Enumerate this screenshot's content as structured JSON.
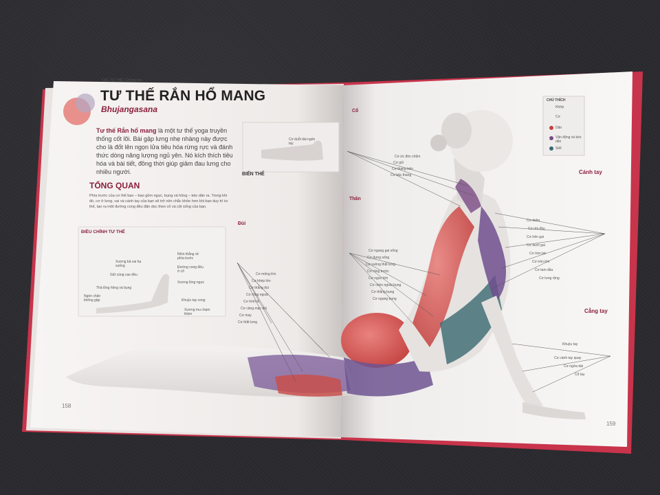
{
  "left_page": {
    "header": "CÁC TƯ THẾ / Chống xen",
    "title": "TƯ THẾ RẮN HỔ MANG",
    "subtitle": "Bhujangasana",
    "intro_bold": "Tư thế Rắn hổ mang",
    "intro_rest": "là một tư thế yoga truyền thống cốt lõi. Bài gập lưng nhẹ nhàng này được cho là đốt lên ngọn lửa tiêu hóa rừng rực và đánh thức dòng năng lượng ngủ yên. Nó kích thích tiêu hóa và bài tiết, đồng thời giúp giảm đau lưng cho nhiều người.",
    "overview_heading": "TỔNG QUAN",
    "overview_text": "Phía trước của cơ thể bạn – bao gồm ngực, bụng và hông – kéo dãn ra. Trong khi đó, cơ ở lưng, vai và cánh tay của bạn sẽ trở nên chắc khỏe hơn khi bạn duy trì tư thế, tạo ra một đường cong đều đặn dọc theo cổ và cột sống của bạn.",
    "variant_heading": "BIẾN THỂ",
    "variant_label": "Cơ duỗi dài ngón tay",
    "adjust_heading": "ĐIỀU CHỈNH TƯ THẾ",
    "adjust_labels": [
      "Nhìn thẳng về phía trước",
      "Xương bả vai hạ xuống",
      "Đường cong đều ở cổ",
      "Giữ cùng cao đều",
      "Xương lồng ngực",
      "Thả lỏng hông và bụng",
      "Khuỷu tay cong",
      "Ngón chân không gập",
      "Xương mu chạm thảm"
    ],
    "page_number": "158"
  },
  "right_page": {
    "legend_title": "CHÚ THÍCH",
    "legend_items": [
      "Khớp",
      "Cơ",
      "Dãn",
      "Vận động và kéo dãn",
      "Siết"
    ],
    "neck_heading": "Cổ",
    "neck_labels": [
      "Cơ ức đòn chũm",
      "Cơ gối",
      "Cơ thang trên",
      "Cơ bậc thang"
    ],
    "arm_heading": "Cánh tay",
    "arm_labels": [
      "Cơ delta",
      "Cơ nhị đầu",
      "Cơ trên gai",
      "Cơ dưới gai",
      "Cơ tròn bé",
      "Cơ tròn lớn",
      "Cơ tam đầu",
      "Cơ lưng rộng"
    ],
    "trunk_heading": "Thân",
    "trunk_labels": [
      "Cơ ngang gai sống",
      "Cơ dựng sống",
      "Cơ vuông thắt lưng",
      "Cơ răng trước",
      "Cơ ngực lớn",
      "Cơ chéo ngoài bụng",
      "Cơ thẳng bụng",
      "Cơ ngang bụng"
    ],
    "hip_heading": "Đùi",
    "hip_labels": [
      "Cơ mông lớn",
      "Cơ khép lớn",
      "Cơ thẳng đùi",
      "Cơ rộng ngoài",
      "Cơ hình lê",
      "Cơ căng mạc đùi",
      "Cơ may",
      "Cơ thắt lưng"
    ],
    "forearm_heading": "Cẳng tay",
    "forearm_labels": [
      "Khuỷu tay",
      "Cơ cánh tay quay",
      "Cơ ngửa dài",
      "Cổ tay"
    ],
    "page_number": "159"
  }
}
